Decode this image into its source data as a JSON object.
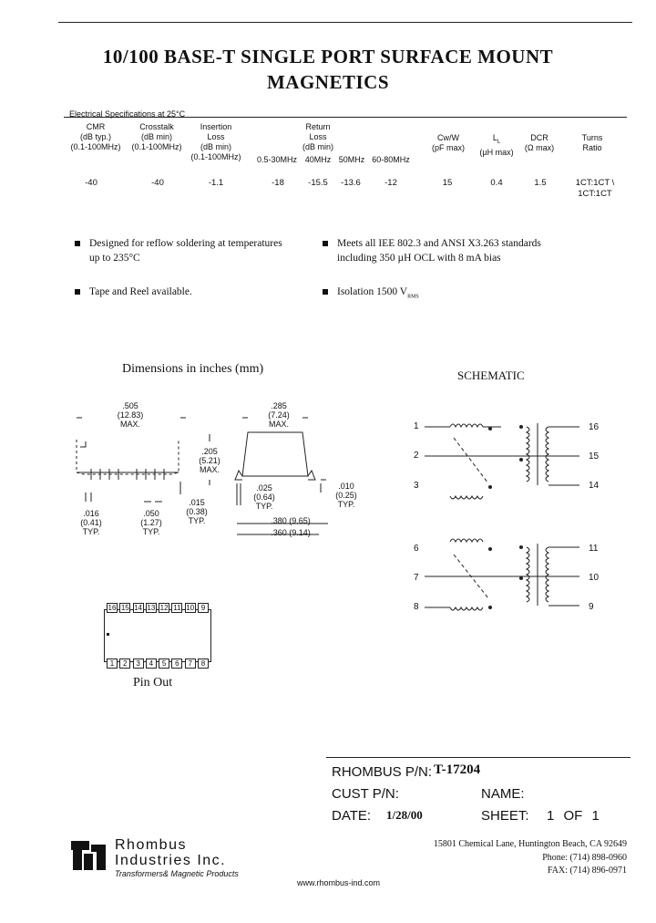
{
  "title": {
    "line1": "10/100 BASE-T SINGLE PORT SURFACE MOUNT",
    "line2": "MAGNETICS"
  },
  "specs": {
    "caption": "Electrical Specifications at 25°C",
    "headers": {
      "cmr": [
        "CMR",
        "(dB typ.)",
        "(0.1-100MHz)"
      ],
      "crosstalk": [
        "Crosstalk",
        "(dB min)",
        "(0.1-100MHz)"
      ],
      "insertion": [
        "Insertion",
        "Loss",
        "(dB min)",
        "(0.1-100MHz)"
      ],
      "return": [
        "Return",
        "Loss",
        "(dB min)"
      ],
      "return_bands": [
        "0.5-30MHz",
        "40MHz",
        "50MHz",
        "60-80MHz"
      ],
      "cww": [
        "Cw/W",
        "(pF max)"
      ],
      "l": [
        "L",
        "(µH max)"
      ],
      "l_sub": "L",
      "dcr": [
        "DCR",
        "(Ω max)"
      ],
      "turns": [
        "Turns",
        "Ratio"
      ]
    },
    "values": {
      "cmr": "-40",
      "crosstalk": "-40",
      "insertion": "-1.1",
      "rl1": "-18",
      "rl2": "-15.5",
      "rl3": "-13.6",
      "rl4": "-12",
      "cww": "15",
      "l": "0.4",
      "dcr": "1.5",
      "turns1": "1CT:1CT \\",
      "turns2": "1CT:1CT"
    }
  },
  "features": {
    "f1a": "Designed for reflow soldering at temperatures",
    "f1b": "up to 235°C",
    "f2a": "Meets all IEE 802.3 and ANSI X3.263 standards",
    "f2b": "including 350 µH OCL with 8 mA bias",
    "f3": "Tape and Reel available.",
    "f4": "Isolation 1500 V",
    "f4_sub": "RMS"
  },
  "dimensions": {
    "title": "Dimensions in inches (mm)",
    "d505": [
      ".505",
      "(12.83)",
      "MAX."
    ],
    "d205": [
      ".205",
      "(5.21)",
      "MAX."
    ],
    "d285": [
      ".285",
      "(7.24)",
      "MAX."
    ],
    "d016": [
      ".016",
      "(0.41)",
      "TYP."
    ],
    "d050": [
      ".050",
      "(1.27)",
      "TYP."
    ],
    "d015": [
      ".015",
      "(0.38)",
      "TYP."
    ],
    "d025": [
      ".025",
      "(0.64)",
      "TYP."
    ],
    "d010": [
      ".010",
      "(0.25)",
      "TYP."
    ],
    "d380": ".380 (9.65)",
    "d360": ".360 (9.14)"
  },
  "pinout": {
    "title": "Pin Out",
    "top": [
      "16",
      "15",
      "14",
      "13",
      "12",
      "11",
      "10",
      "9"
    ],
    "bottom": [
      "1",
      "2",
      "3",
      "4",
      "5",
      "6",
      "7",
      "8"
    ]
  },
  "schematic": {
    "title": "SCHEMATIC",
    "left": [
      "1",
      "2",
      "3",
      "6",
      "7",
      "8"
    ],
    "right": [
      "16",
      "15",
      "14",
      "11",
      "10",
      "9"
    ]
  },
  "titleblock": {
    "pn_label": "RHOMBUS P/N:",
    "pn_value": "T-17204",
    "cust_label": "CUST P/N:",
    "name_label": "NAME:",
    "date_label": "DATE:",
    "date_value": "1/28/00",
    "sheet_label": "SHEET:",
    "sheet_value": "1 OF 1"
  },
  "company": {
    "name1": "Rhombus",
    "name2": "Industries Inc.",
    "tagline": "Transformers& Magnetic Products",
    "address": "15801 Chemical Lane, Huntington Beach, CA 92649",
    "phone": "Phone:  (714) 898-0960",
    "fax": "FAX:  (714) 896-0971",
    "web": "www.rhombus-ind.com"
  }
}
